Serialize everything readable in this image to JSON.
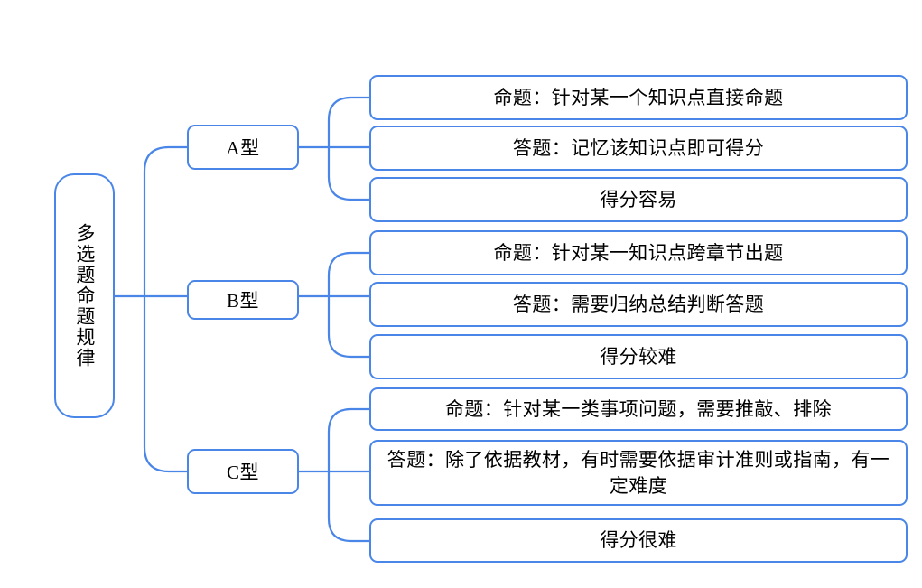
{
  "diagram": {
    "title": "多选题命题规律",
    "type": "mind-map",
    "accent_color": "#4a86e8",
    "text_color": "#000000",
    "background_color": "#ffffff",
    "root": {
      "label": "多选题命题规律",
      "orientation": "vertical"
    },
    "branches": [
      {
        "id": "a",
        "label": "A型",
        "items": [
          {
            "id": "a1",
            "text": "命题：针对某一个知识点直接命题"
          },
          {
            "id": "a2",
            "text": "答题：记忆该知识点即可得分"
          },
          {
            "id": "a3",
            "text": "得分容易"
          }
        ]
      },
      {
        "id": "b",
        "label": "B型",
        "items": [
          {
            "id": "b1",
            "text": "命题：针对某一知识点跨章节出题"
          },
          {
            "id": "b2",
            "text": "答题：需要归纳总结判断答题"
          },
          {
            "id": "b3",
            "text": "得分较难"
          }
        ]
      },
      {
        "id": "c",
        "label": "C型",
        "items": [
          {
            "id": "c1",
            "text": "命题：针对某一类事项问题，需要推敲、排除"
          },
          {
            "id": "c2",
            "text": "答题：除了依据教材，有时需要依据审计准则或指南，有一定难度"
          },
          {
            "id": "c3",
            "text": "得分很难"
          }
        ]
      }
    ]
  }
}
